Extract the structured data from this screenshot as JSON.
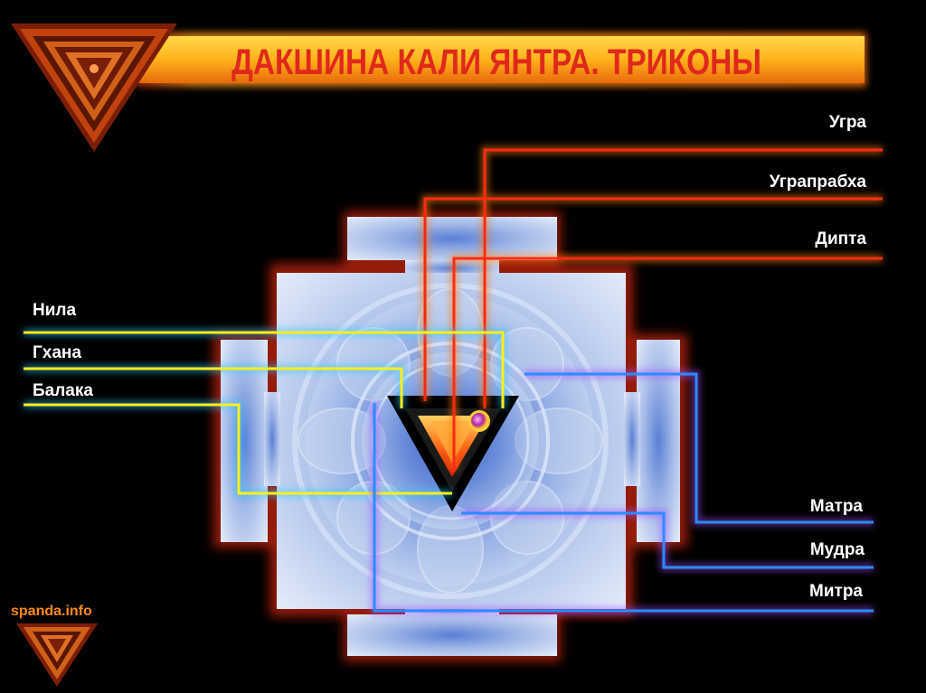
{
  "title": "ДАКШИНА КАЛИ ЯНТРА. ТРИКОНЫ",
  "brand": "spanda.info",
  "labels": {
    "ugra": "Угра",
    "ugraprabha": "Уграпрабха",
    "dipta": "Дипта",
    "nila": "Нила",
    "ghana": "Гхана",
    "balaka": "Балака",
    "matra": "Матра",
    "mudra": "Мудра",
    "mitra": "Митра"
  },
  "colors": {
    "red_lines": "#ff2a12",
    "yellow_lines": "#ffee1a",
    "blue_lines": "#2a8cff",
    "title": "#e0281c",
    "brand": "#ff8a1a"
  }
}
